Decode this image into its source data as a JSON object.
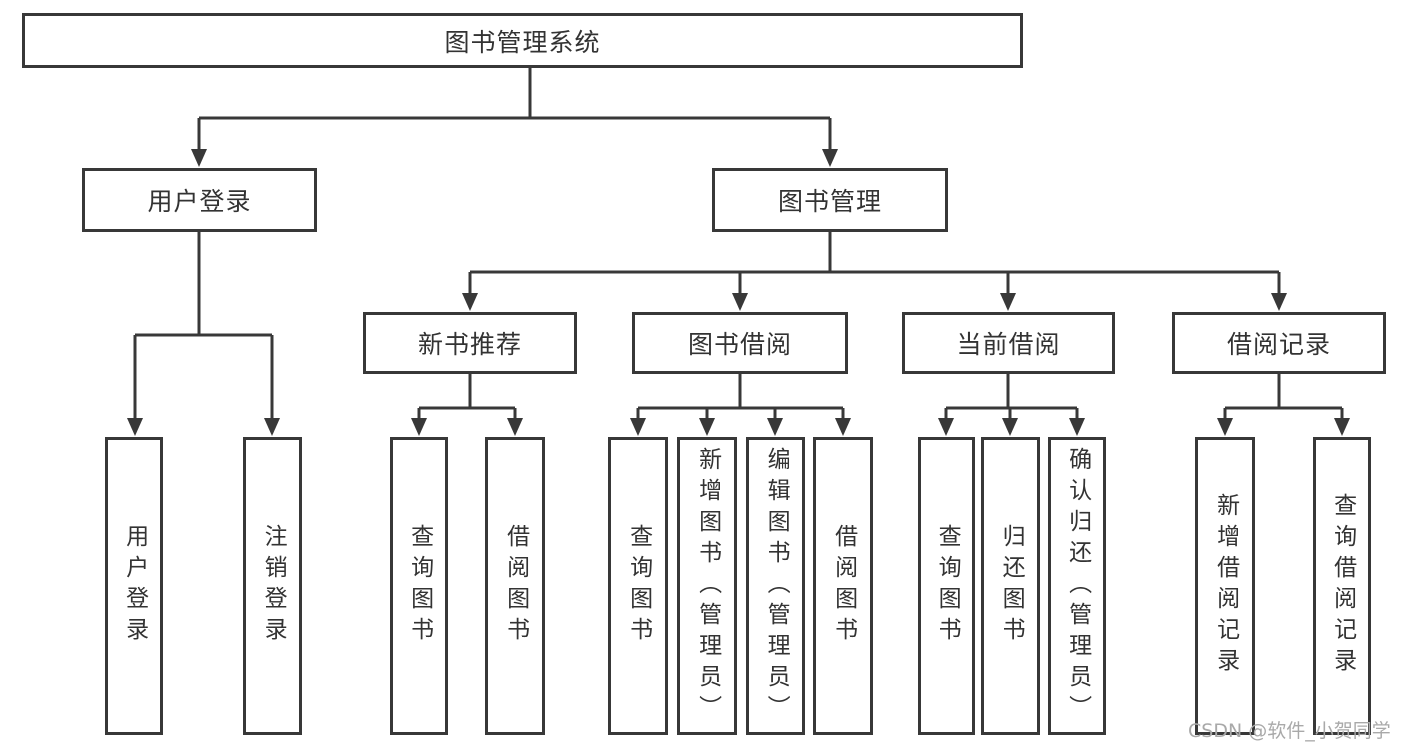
{
  "tree": {
    "root": "图书管理系统",
    "branches": [
      {
        "label": "用户登录",
        "children": [
          {
            "label": "用户登录"
          },
          {
            "label": "注销登录"
          }
        ]
      },
      {
        "label": "图书管理",
        "children": [
          {
            "label": "新书推荐",
            "children": [
              {
                "label": "查询图书"
              },
              {
                "label": "借阅图书"
              }
            ]
          },
          {
            "label": "图书借阅",
            "children": [
              {
                "label": "查询图书"
              },
              {
                "label": "新增图书（管理员）"
              },
              {
                "label": "编辑图书（管理员）"
              },
              {
                "label": "借阅图书"
              }
            ]
          },
          {
            "label": "当前借阅",
            "children": [
              {
                "label": "查询图书"
              },
              {
                "label": "归还图书"
              },
              {
                "label": "确认归还（管理员）"
              }
            ]
          },
          {
            "label": "借阅记录",
            "children": [
              {
                "label": "新增借阅记录"
              },
              {
                "label": "查询借阅记录"
              }
            ]
          }
        ]
      }
    ]
  },
  "watermark": "CSDN @软件_小贺同学",
  "colors": {
    "line": "#383838",
    "text": "#333333",
    "watermark": "#a9a9a9",
    "background": "#ffffff"
  }
}
